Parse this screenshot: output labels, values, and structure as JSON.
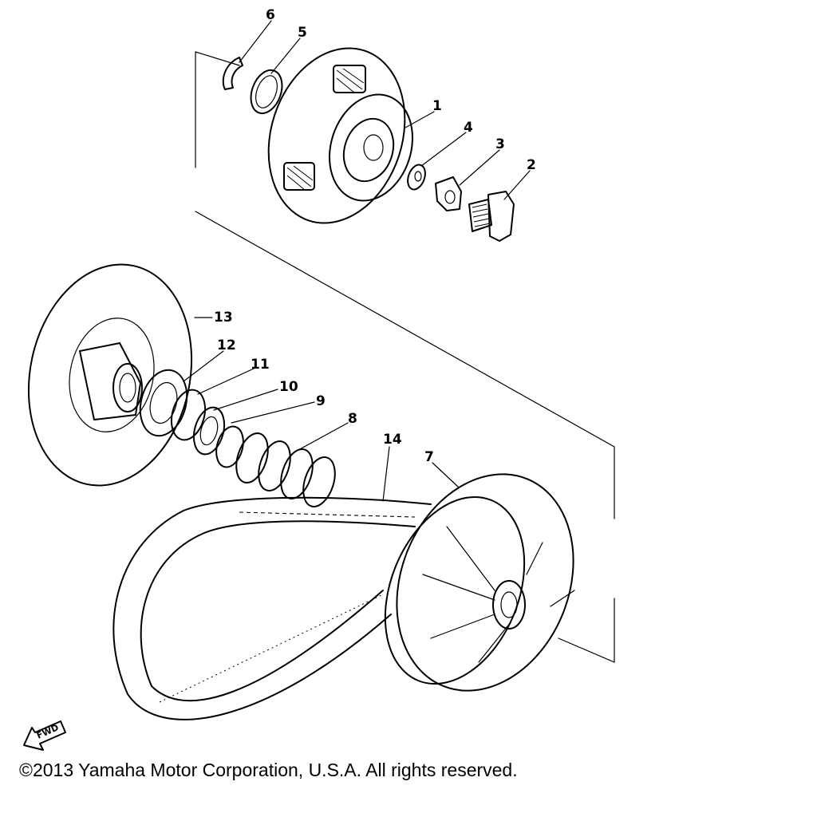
{
  "callouts": {
    "p1": "1",
    "p2": "2",
    "p3": "3",
    "p4": "4",
    "p5": "5",
    "p6": "6",
    "p7": "7",
    "p8": "8",
    "p9": "9",
    "p10": "10",
    "p11": "11",
    "p12": "12",
    "p13": "13",
    "p14": "14"
  },
  "fwd_label": "FWD",
  "icons": {
    "fwd": "fwd-arrow-icon"
  },
  "copyright": "©2013 Yamaha Motor Corporation, U.S.A. All rights reserved."
}
